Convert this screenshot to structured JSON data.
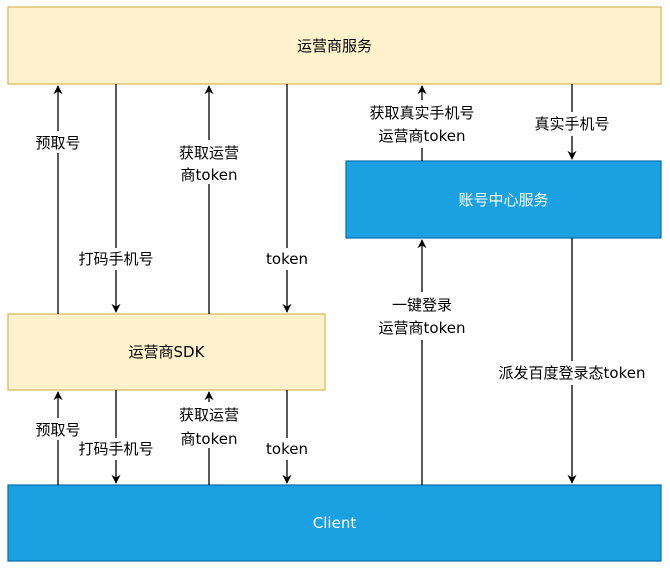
{
  "nodes": {
    "carrier_service": {
      "label": "运营商服务",
      "fill": "#FFF2CC",
      "stroke": "#D6B656",
      "text_color": "#000000"
    },
    "account_center": {
      "label": "账号中心服务",
      "fill": "#1BA1E2",
      "stroke": "#006EAF",
      "text_color": "#FFFFFF"
    },
    "carrier_sdk": {
      "label": "运营商SDK",
      "fill": "#FFF2CC",
      "stroke": "#D6B656",
      "text_color": "#000000"
    },
    "client": {
      "label": "Client",
      "fill": "#1BA1E2",
      "stroke": "#006EAF",
      "text_color": "#FFFFFF"
    }
  },
  "edges": {
    "sdk_to_service_prefetch": {
      "label": "预取号"
    },
    "service_to_sdk_masked_phone": {
      "label": "打码手机号"
    },
    "sdk_to_service_get_token": {
      "label_lines": [
        "获取运营",
        "商token"
      ]
    },
    "service_to_sdk_token": {
      "label": "token"
    },
    "client_to_sdk_prefetch": {
      "label": "预取号"
    },
    "sdk_to_client_masked_phone": {
      "label": "打码手机号"
    },
    "client_to_sdk_get_token": {
      "label_lines": [
        "获取运营",
        "商token"
      ]
    },
    "sdk_to_client_token": {
      "label": "token"
    },
    "account_to_service_get_phone": {
      "label_lines": [
        "获取真实手机号",
        "运营商token"
      ]
    },
    "service_to_account_real_phone": {
      "label": "真实手机号"
    },
    "client_to_account_login": {
      "label_lines": [
        "一键登录",
        "运营商token"
      ]
    },
    "account_to_client_issue": {
      "label": "派发百度登录态token"
    }
  },
  "colors": {
    "arrow": "#000000",
    "yellow_fill": "#FFF2CC",
    "yellow_stroke": "#D6B656",
    "blue_fill": "#1BA1E2",
    "blue_stroke": "#006EAF"
  }
}
